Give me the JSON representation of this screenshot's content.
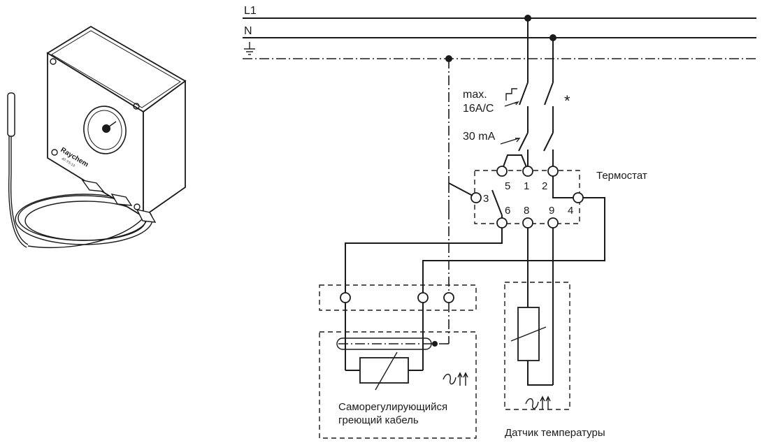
{
  "lines": {
    "l1": "L1",
    "n": "N"
  },
  "breaker": {
    "line1": "max.",
    "line2": "16A/C"
  },
  "rcd": {
    "label": "30 mA"
  },
  "note_symbol": "*",
  "thermostat": {
    "title": "Термостат",
    "terminals": [
      "5",
      "1",
      "2",
      "3",
      "6",
      "8",
      "9",
      "4"
    ]
  },
  "heating_cable": {
    "line1": "Саморегулирующийся",
    "line2": "греющий кабель"
  },
  "sensor": {
    "label": "Датчик температуры"
  },
  "device": {
    "brand": "Raychem",
    "model": "AT-TS-13"
  }
}
